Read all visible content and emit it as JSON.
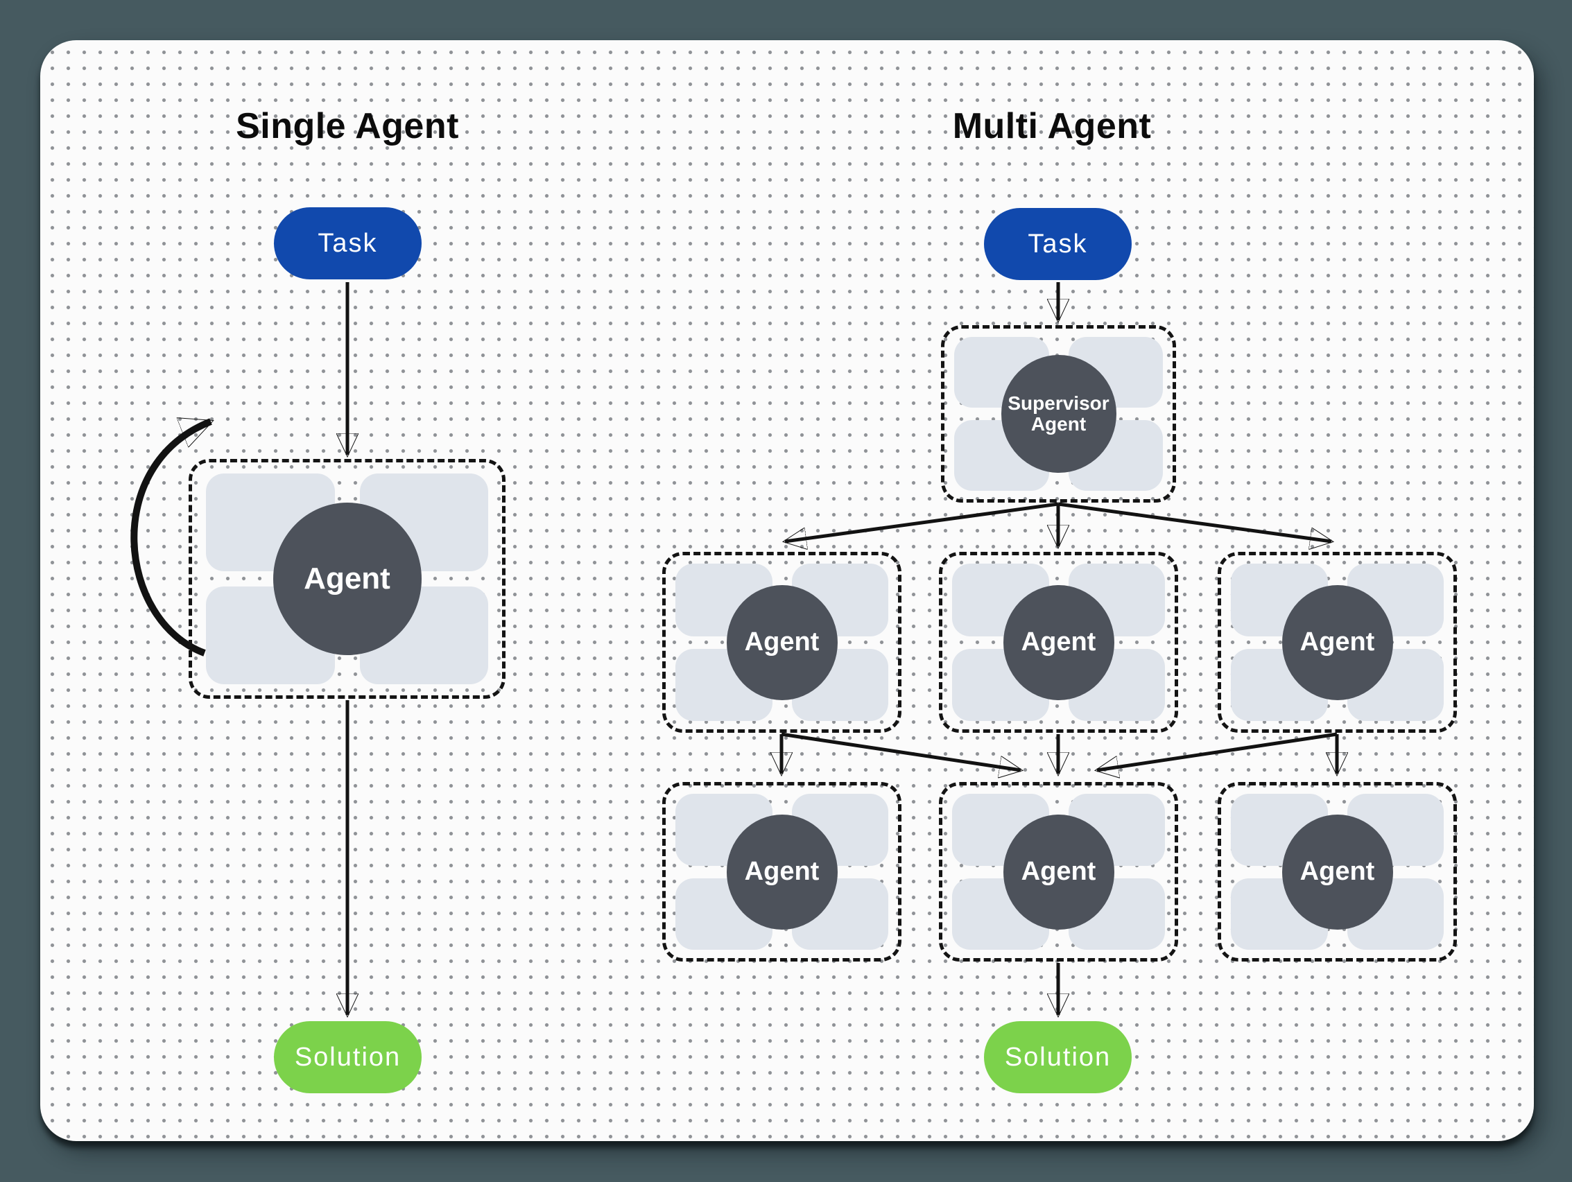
{
  "single": {
    "title": "Single Agent",
    "task_label": "Task",
    "agent_label": "Agent",
    "solution_label": "Solution"
  },
  "multi": {
    "title": "Multi Agent",
    "task_label": "Task",
    "supervisor_label": "Supervisor Agent",
    "agent_labels": [
      "Agent",
      "Agent",
      "Agent",
      "Agent",
      "Agent",
      "Agent"
    ],
    "solution_label": "Solution"
  },
  "colors": {
    "page_background": "#465a60",
    "panel_background": "#fbfbfb",
    "dot_grid": "#8f9296",
    "task_blue": "#1149ad",
    "solution_green": "#7cd24b",
    "agent_circle": "#4d525b",
    "capability_tile": "#dfe4eb",
    "line_black": "#121212"
  }
}
